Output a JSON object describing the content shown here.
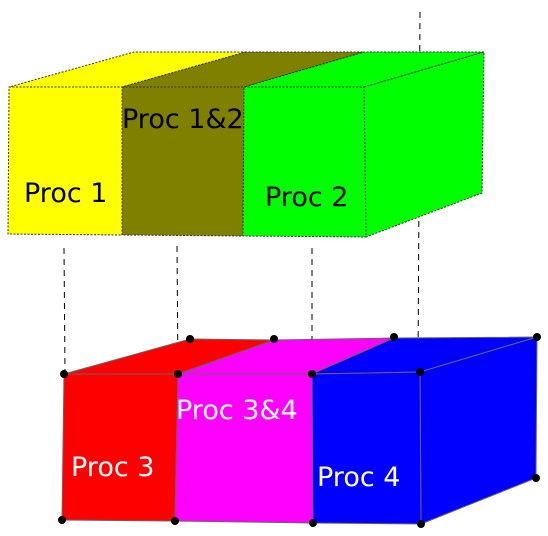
{
  "upper_block": {
    "labels": {
      "left": "Proc 1",
      "middle": "Proc 1&2",
      "right": "Proc 2"
    },
    "colors": {
      "left": "#ffff00",
      "middle": "#7f7f00",
      "right": "#00ff00"
    }
  },
  "lower_block": {
    "labels": {
      "left": "Proc 3",
      "middle": "Proc 3&4",
      "right": "Proc 4"
    },
    "colors": {
      "left": "#ff0000",
      "middle": "#ff00ff",
      "right": "#0000ff"
    }
  },
  "colors": {
    "outline": "#333333",
    "connector": "#000000",
    "vertex": "#000000",
    "upper_text": "#000000",
    "lower_text": "#ffffff"
  }
}
